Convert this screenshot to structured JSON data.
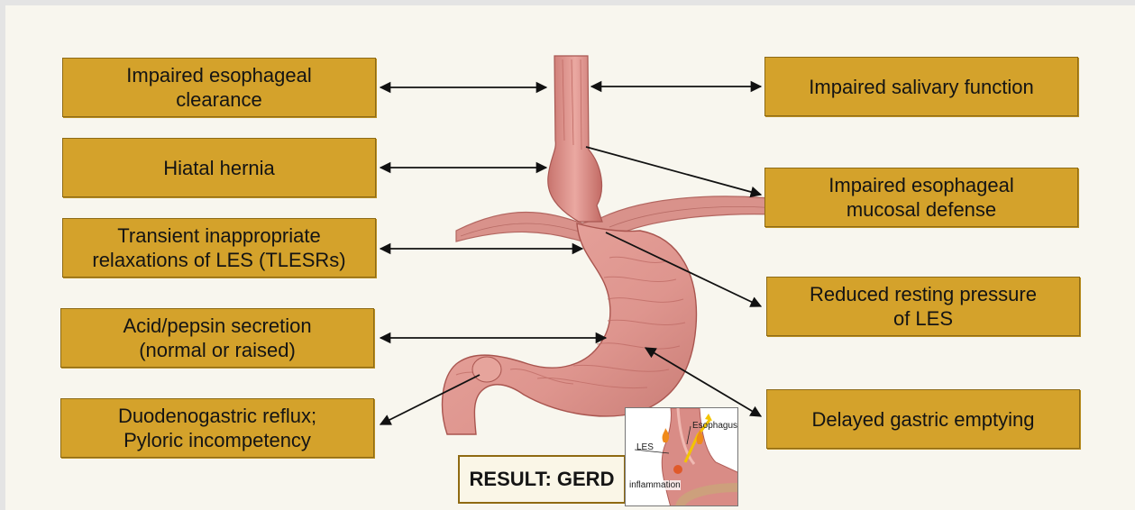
{
  "left_labels": [
    "Impaired esophageal\nclearance",
    "Hiatal hernia",
    "Transient inappropriate\nrelaxations of LES (TLESRs)",
    "Acid/pepsin secretion\n(normal or raised)",
    "Duodenogastric reflux;\nPyloric incompetency"
  ],
  "right_labels": [
    "Impaired salivary function",
    "Impaired esophageal\nmucosal defense",
    "Reduced resting pressure\nof LES",
    "Delayed gastric emptying"
  ],
  "result": "RESULT: GERD",
  "inset": {
    "esophagus": "Esophagus",
    "les": "LES",
    "inflammation": "inflammation"
  },
  "colors": {
    "box_fill": "#d4a22b",
    "box_border": "#8d6a16",
    "tissue": "#d98c86",
    "tissue_dark": "#b85d58",
    "background": "#f8f6ee"
  }
}
